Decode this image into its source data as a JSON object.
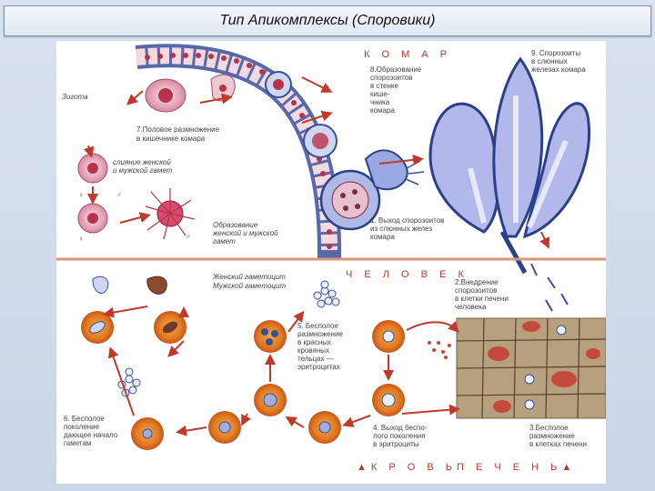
{
  "title": "Тип Апикомплексы (Споровики)",
  "sections": {
    "mosquito": "К О М А Р",
    "human": "Ч Е Л О В Е К",
    "blood": "▲К Р О В Ь",
    "liver": "П Е Ч Е Н Ь▲"
  },
  "labels": {
    "zygote": "Зигота",
    "step7": [
      "7.Половое размножение",
      "в кишечнике комара"
    ],
    "fusion": [
      "слияние женской",
      "и мужской гамет"
    ],
    "gamete_form": [
      "Образование",
      "женской и мужской",
      "гамет"
    ],
    "female_sign": "♀",
    "male_sign": "♂",
    "step8": [
      "8.Образование",
      "спорозоитов",
      "в стенке",
      "кише-",
      "чника",
      "комара"
    ],
    "step9": [
      "9. Спорозоиты",
      "в слюнных",
      "железах комара"
    ],
    "step1": [
      "1. Выход спорозоитов",
      "из слюнных желез",
      "комара"
    ],
    "female_gametocyte": "Женский гаметоцит",
    "male_gametocyte": "Мужской гаметоцит",
    "step2": [
      "2.Внедрение",
      "спорозоитов",
      "в клетки печени",
      "человека"
    ],
    "step5": [
      "5. Бесполое",
      "размножение",
      "в красных",
      "кровяных",
      "тельцах —",
      "эритроцитах"
    ],
    "step6": [
      "6. Бесполое",
      "поколение",
      "дающее начало",
      "гаметам"
    ],
    "step4": [
      "4. Выход беспо-",
      "лого поколения",
      "в эритроциты"
    ],
    "step3": [
      "3.Бесполое",
      "размножение",
      "в клетках печени"
    ]
  },
  "colors": {
    "divider": "#d9967a",
    "red_cell": "#e07a22",
    "gut_wall": "#3a4f9a",
    "arrow": "#c0392b",
    "label_text": "#444444",
    "section_text": "#b83a2c"
  }
}
